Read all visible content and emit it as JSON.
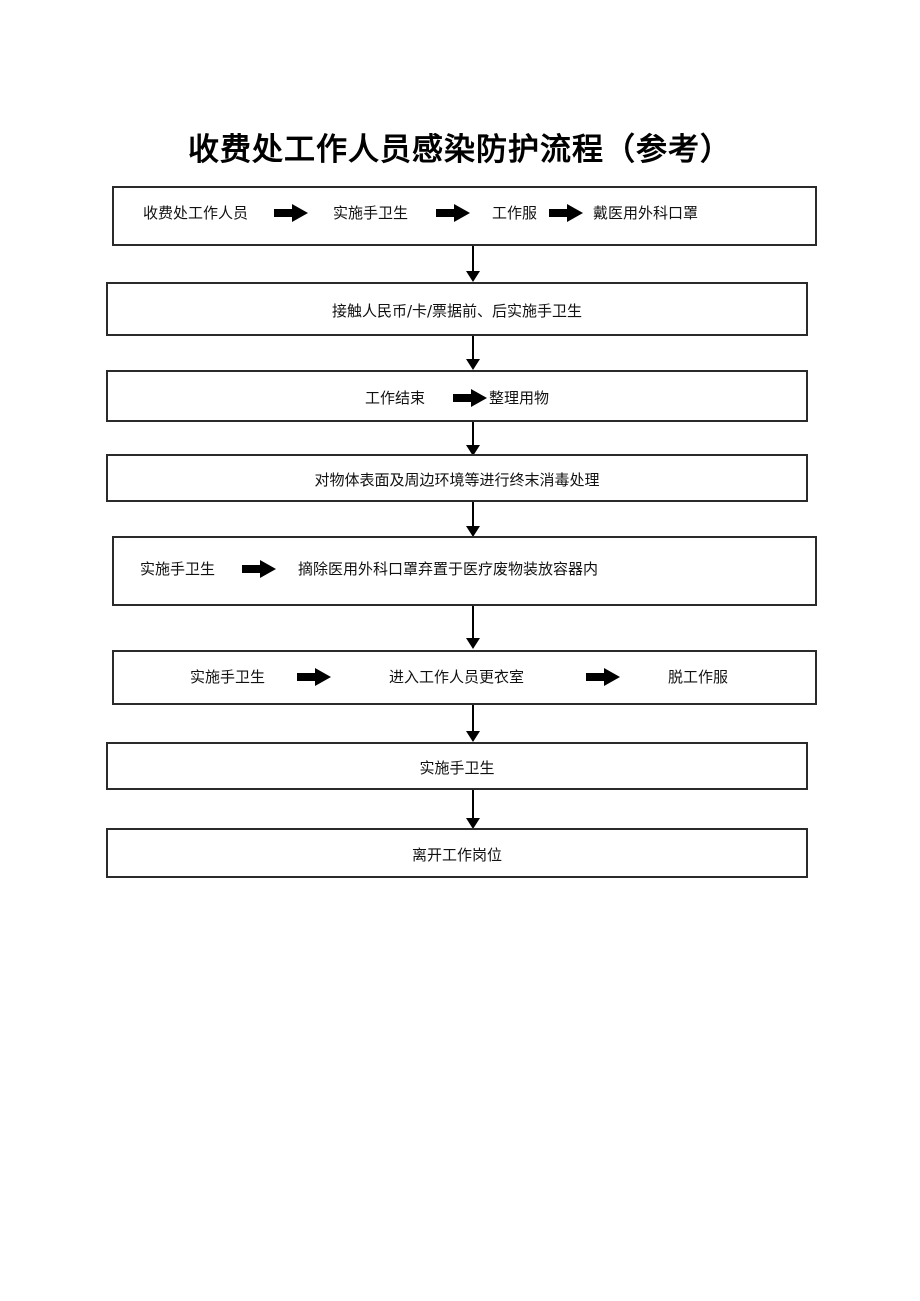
{
  "document": {
    "title": "收费处工作人员感染防护流程（参考）"
  },
  "icons": {
    "arrow_right": "arrow-right-icon",
    "arrow_down": "arrow-down-icon"
  },
  "flow": {
    "steps": [
      {
        "id": "step-1",
        "layout": "inline-left",
        "segments": [
          "收费处工作人员",
          "实施手卫生",
          "工作服",
          "戴医用外科口罩"
        ]
      },
      {
        "id": "step-2",
        "layout": "centered",
        "segments": [
          "接触人民币/卡/票据前、后实施手卫生"
        ]
      },
      {
        "id": "step-3",
        "layout": "centered",
        "segments": [
          "工作结束",
          "整理用物"
        ]
      },
      {
        "id": "step-4",
        "layout": "centered",
        "segments": [
          "对物体表面及周边环境等进行终末消毒处理"
        ]
      },
      {
        "id": "step-5",
        "layout": "inline-left",
        "segments": [
          "实施手卫生",
          "摘除医用外科口罩弃置于医疗废物装放容器内"
        ]
      },
      {
        "id": "step-6",
        "layout": "inline-left",
        "segments": [
          "实施手卫生",
          "进入工作人员更衣室",
          "脱工作服"
        ]
      },
      {
        "id": "step-7",
        "layout": "centered",
        "segments": [
          "实施手卫生"
        ]
      },
      {
        "id": "step-8",
        "layout": "centered",
        "segments": [
          "离开工作岗位"
        ]
      }
    ]
  },
  "colors": {
    "box_border": "#2b2b2b",
    "text": "#111111",
    "arrow": "#000000",
    "background": "#ffffff"
  }
}
